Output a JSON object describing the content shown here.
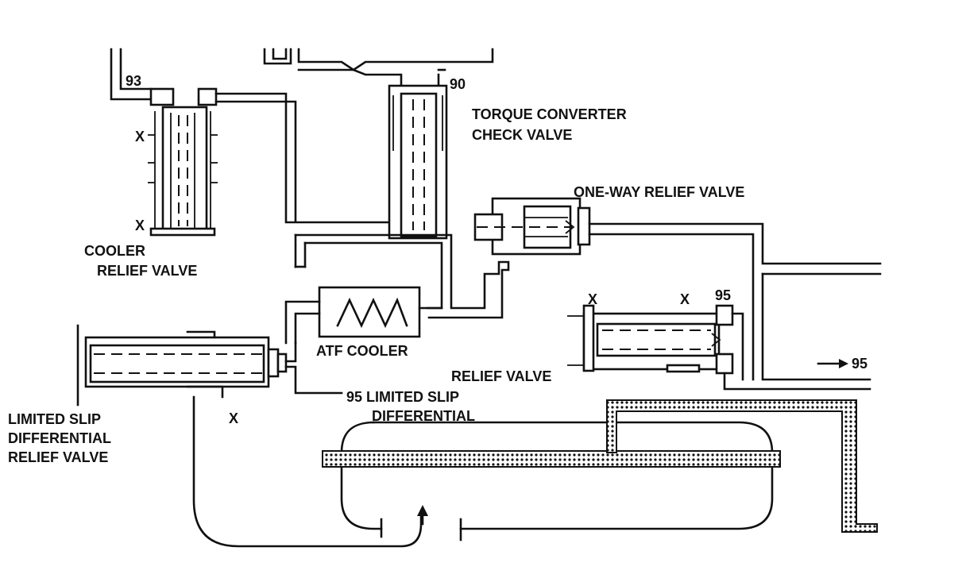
{
  "labels": {
    "port_93": "93",
    "port_90": "90",
    "port_95_relief": "95",
    "arrow_95": "95",
    "torque_converter_line1": "TORQUE CONVERTER",
    "torque_converter_line2": "CHECK VALVE",
    "one_way_relief": "ONE-WAY RELIEF VALVE",
    "cooler_relief_line1": "COOLER",
    "cooler_relief_line2": "RELIEF VALVE",
    "atf_cooler": "ATF COOLER",
    "relief_valve": "RELIEF VALVE",
    "lsd_line_1": "95 LIMITED SLIP",
    "lsd_line_2": "DIFFERENTIAL",
    "lsd_relief_line1": "LIMITED SLIP",
    "lsd_relief_line2": "DIFFERENTIAL",
    "lsd_relief_line3": "RELIEF VALVE",
    "x_marker": "X"
  }
}
